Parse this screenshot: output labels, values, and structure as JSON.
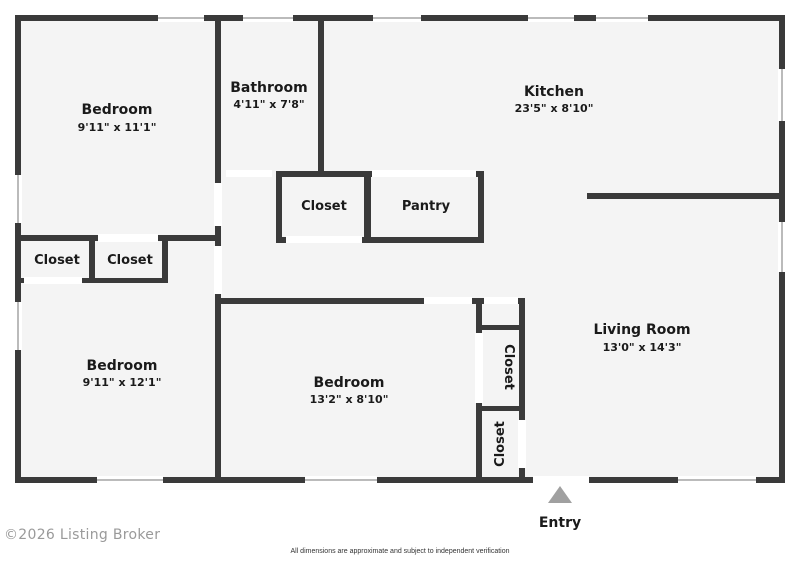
{
  "rooms": {
    "bedroom_top_left": {
      "name": "Bedroom",
      "dims": "9'11\" x 11'1\""
    },
    "bathroom": {
      "name": "Bathroom",
      "dims": "4'11\" x 7'8\""
    },
    "kitchen": {
      "name": "Kitchen",
      "dims": "23'5\" x 8'10\""
    },
    "closet_center": {
      "name": "Closet"
    },
    "pantry": {
      "name": "Pantry"
    },
    "closet_left_a": {
      "name": "Closet"
    },
    "closet_left_b": {
      "name": "Closet"
    },
    "bedroom_bottom_left": {
      "name": "Bedroom",
      "dims": "9'11\" x 12'1\""
    },
    "bedroom_center": {
      "name": "Bedroom",
      "dims": "13'2\" x 8'10\""
    },
    "closet_vert_a": {
      "name": "Closet"
    },
    "closet_vert_b": {
      "name": "Closet"
    },
    "living_room": {
      "name": "Living Room",
      "dims": "13'0\" x 14'3\""
    }
  },
  "entry_label": "Entry",
  "copyright": "©2026 Listing Broker",
  "disclaimer": "All dimensions are approximate and subject to independent verification",
  "colors": {
    "wall": "#3a3a3a",
    "floor": "#f4f4f4",
    "window": "#ffffff",
    "entry_marker": "#a0a0a0"
  }
}
